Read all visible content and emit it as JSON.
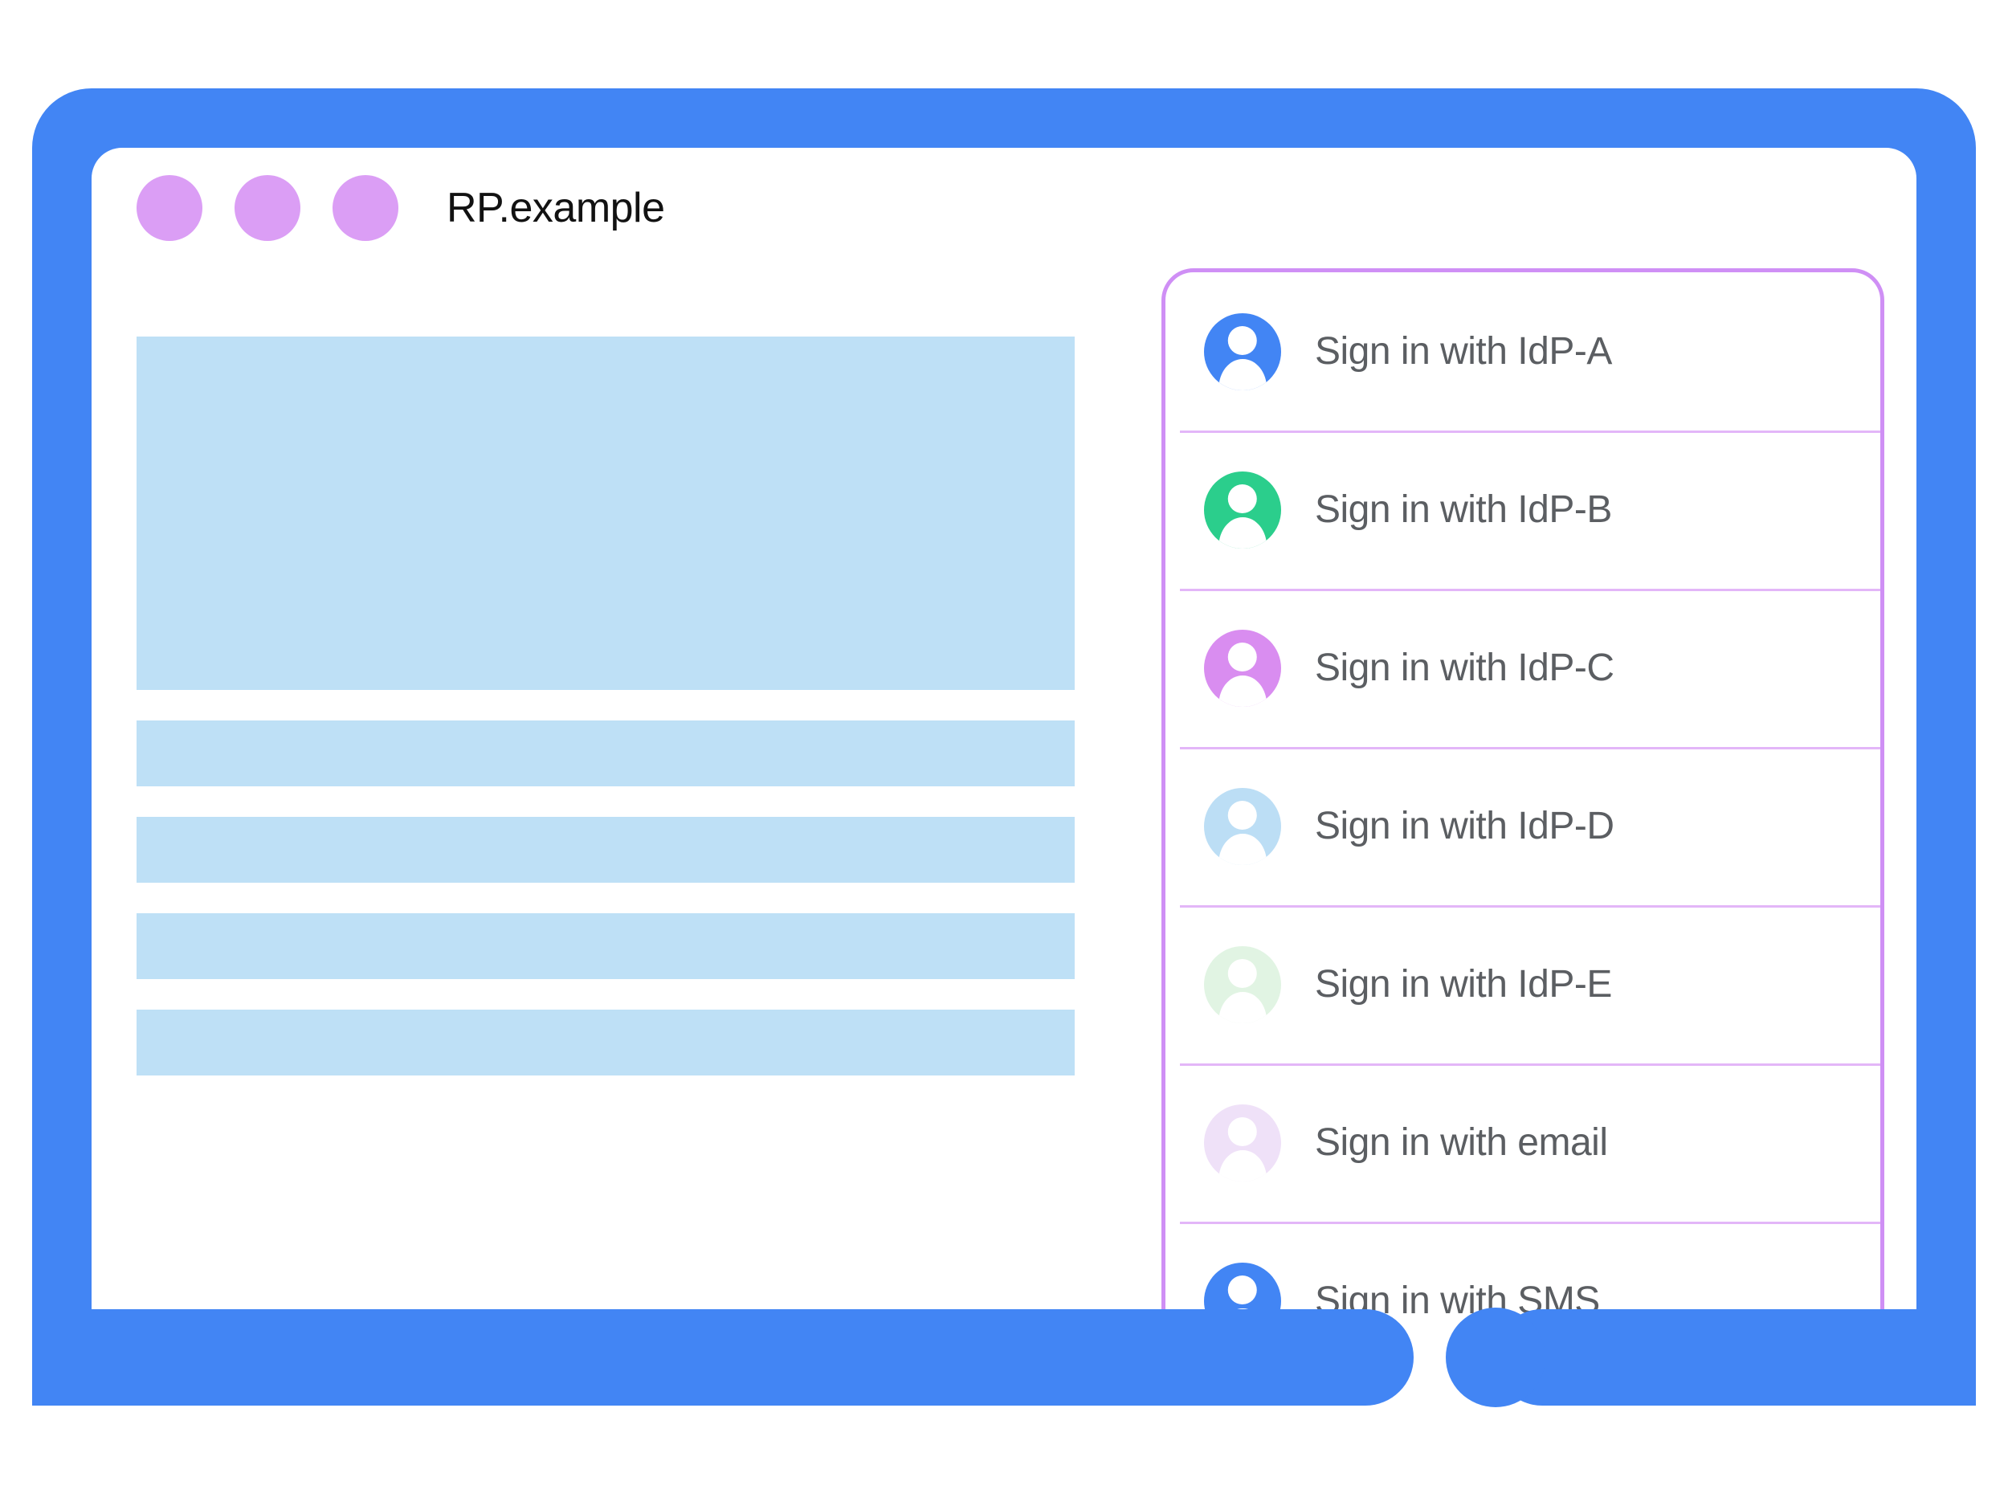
{
  "colors": {
    "frame_blue": "#4285F4",
    "window_dot_purple": "#DB9EF5",
    "content_block_blue": "#BEE0F6",
    "card_border_purple": "#CF8FF5",
    "row_divider_purple": "#E3B6F8",
    "label_text_gray": "#5B5E62",
    "title_text": "#121212"
  },
  "window": {
    "title": "RP.example",
    "dots": [
      {
        "name": "window-dot-1",
        "color": "#DB9EF5"
      },
      {
        "name": "window-dot-2",
        "color": "#DB9EF5"
      },
      {
        "name": "window-dot-3",
        "color": "#DB9EF5"
      }
    ]
  },
  "content_placeholders": [
    {
      "kind": "hero",
      "label": "content-hero-block"
    },
    {
      "kind": "bar",
      "label": "content-bar-1"
    },
    {
      "kind": "bar",
      "label": "content-bar-2"
    },
    {
      "kind": "bar",
      "label": "content-bar-3"
    },
    {
      "kind": "bar",
      "label": "content-bar-4"
    }
  ],
  "signin_card": {
    "rows": [
      {
        "label": "Sign in with IdP-A",
        "icon": "account-avatar-icon",
        "avatar_color": "#4285F4"
      },
      {
        "label": "Sign in with IdP-B",
        "icon": "account-avatar-icon",
        "avatar_color": "#2BCE8C"
      },
      {
        "label": "Sign in with IdP-C",
        "icon": "account-avatar-icon",
        "avatar_color": "#D98DF0"
      },
      {
        "label": "Sign in with IdP-D",
        "icon": "account-avatar-icon",
        "avatar_color": "#BCDEF5"
      },
      {
        "label": "Sign in with IdP-E",
        "icon": "account-avatar-icon",
        "avatar_color": "#E1F4E3"
      },
      {
        "label": "Sign in with email",
        "icon": "account-avatar-icon",
        "avatar_color": "#EFE1F8"
      },
      {
        "label": "Sign in with SMS",
        "icon": "account-avatar-icon",
        "avatar_color": "#4285F4"
      }
    ]
  },
  "device": {
    "home_button": "home-button"
  }
}
